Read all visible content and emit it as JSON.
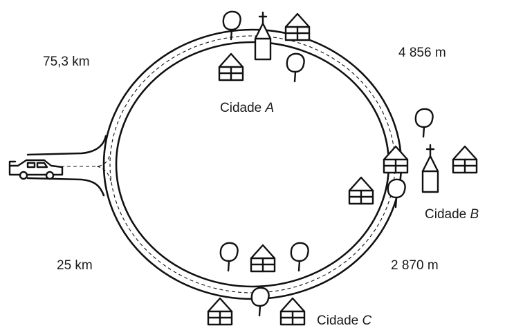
{
  "distances": {
    "start_to_a": "75,3 km",
    "a_to_b": "4 856 m",
    "b_to_c": "2 870 m",
    "start_to_c": "25 km"
  },
  "cities": {
    "a": {
      "name": "Cidade ",
      "letter": "A"
    },
    "b": {
      "name": "Cidade ",
      "letter": "B"
    },
    "c": {
      "name": "Cidade ",
      "letter": "C"
    }
  },
  "icons": [
    "car-icon",
    "house-icon",
    "church-icon",
    "tree-icon"
  ],
  "colors": {
    "ink": "#111111",
    "background": "#ffffff"
  }
}
